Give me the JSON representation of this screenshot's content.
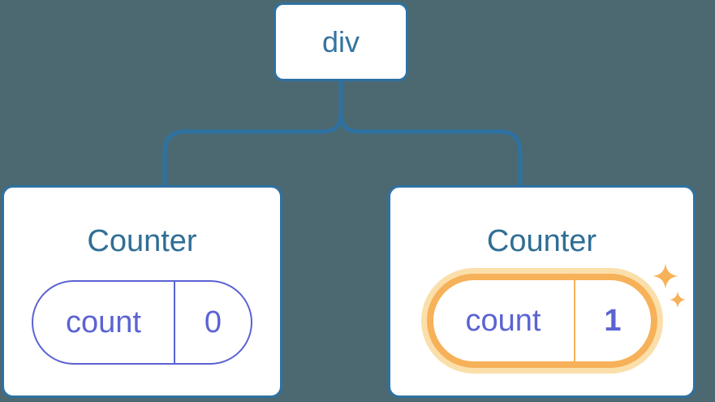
{
  "diagram": {
    "root": {
      "label": "div"
    },
    "children": [
      {
        "title": "Counter",
        "state": {
          "key": "count",
          "value": "0"
        },
        "highlighted": false
      },
      {
        "title": "Counter",
        "state": {
          "key": "count",
          "value": "1"
        },
        "highlighted": true
      }
    ]
  },
  "icons": {
    "sparkles": "sparkles-icon"
  },
  "colors": {
    "background": "#4C6971",
    "connector_blue": "#2E71A3",
    "root_label_blue": "#35749F",
    "title_blue": "#2F6E96",
    "state_purple": "#5B63D3",
    "highlight_orange": "#F6B159",
    "highlight_glow": "#FBDFAA",
    "card_background": "#FFFFFF"
  }
}
